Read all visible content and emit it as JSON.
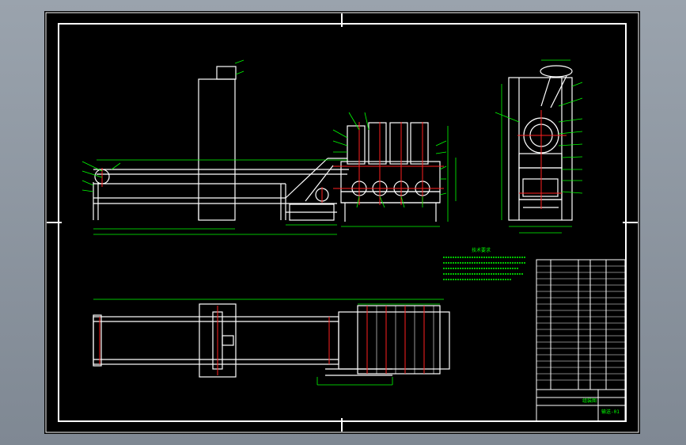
{
  "drawing": {
    "background_color": "#000000",
    "outside_color": "#8b949e",
    "line_colors": {
      "outline": "#ffffff",
      "dimension": "#00ff00",
      "centerline": "#ff2020"
    },
    "views": [
      "front-elevation",
      "side-elevation",
      "plan-view"
    ],
    "notes_heading": "技术要求",
    "title_block_mark": "输送-01",
    "title_block_label": "组装图"
  }
}
